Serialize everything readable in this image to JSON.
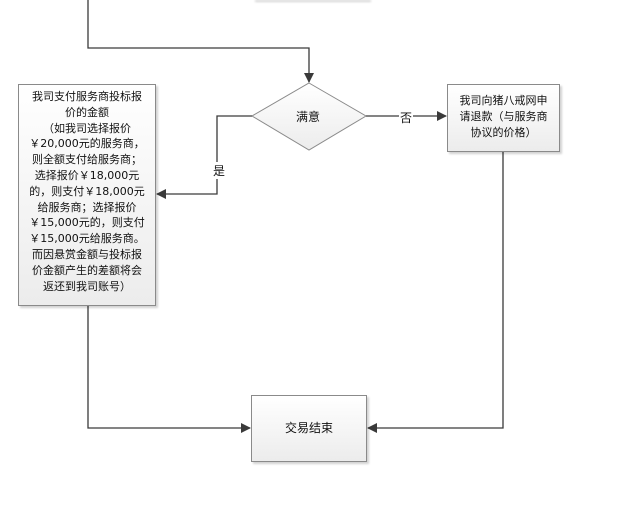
{
  "diagram": {
    "decision_label": "满意",
    "yes_label": "是",
    "no_label": "否",
    "pay_box_lines": [
      "我司支付服务商投标报",
      "价的金额",
      "（如我司选择报价",
      "￥20,000元的服务商，",
      "则全额支付给服务商；",
      "选择报价￥18,000元",
      "的，则支付￥18,000元",
      "给服务商；选择报价",
      "￥15,000元的，则支付",
      "￥15,000元给服务商。",
      "而因悬赏金额与投标报",
      "价金额产生的差额将会",
      "返还到我司账号）"
    ],
    "refund_box_lines": [
      "我司向猪八戒网申",
      "请退款（与服务商",
      "协议的价格）"
    ],
    "end_label": "交易结束"
  },
  "colors": {
    "line": "#3a3a3a",
    "box_border": "#8a8a8a",
    "box_fill_top": "#ffffff",
    "box_fill_bottom": "#ececec"
  }
}
